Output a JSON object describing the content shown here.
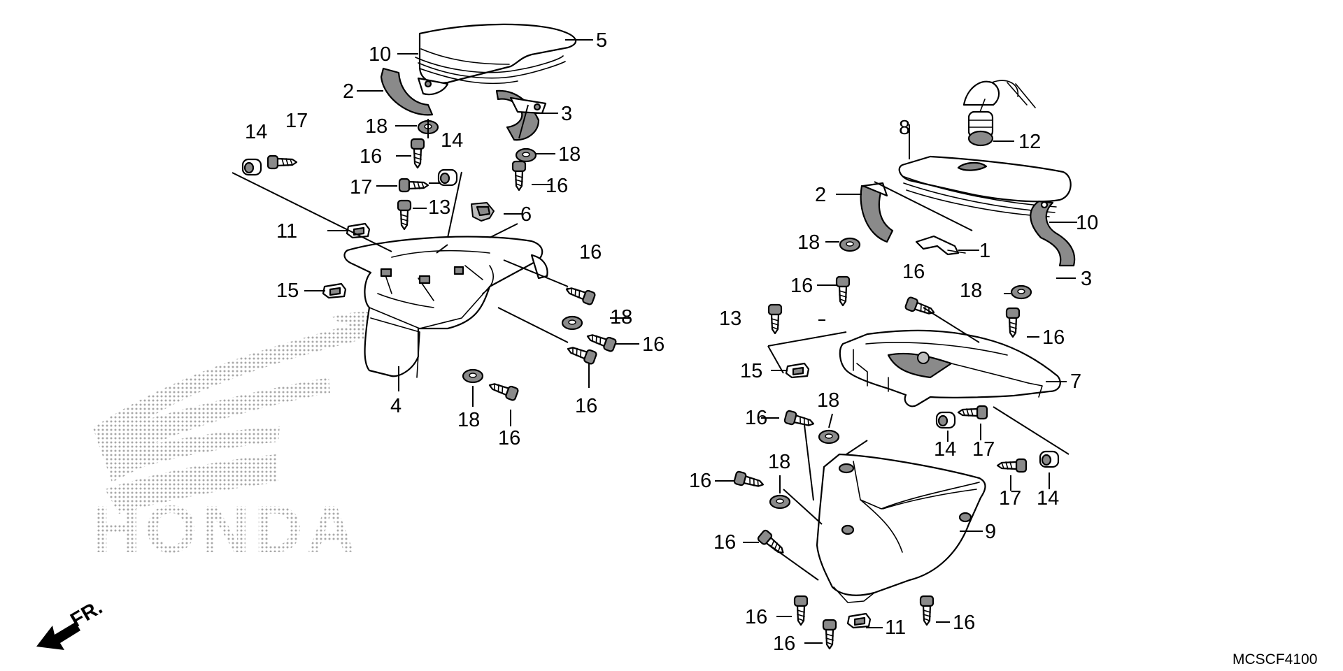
{
  "diagram": {
    "drawing_code": "MCSCF4100",
    "direction_label": "FR.",
    "watermark_text": "HONDA",
    "colors": {
      "ink": "#000000",
      "fill": "#ffffff",
      "shade": "#8a8a8a",
      "watermark": "#a8a8a8"
    },
    "callouts": [
      "1",
      "2",
      "2",
      "3",
      "3",
      "4",
      "5",
      "6",
      "7",
      "8",
      "9",
      "10",
      "10",
      "11",
      "11",
      "12",
      "13",
      "13",
      "14",
      "14",
      "14",
      "14",
      "15",
      "15",
      "16",
      "16",
      "16",
      "16",
      "16",
      "16",
      "16",
      "16",
      "16",
      "16",
      "16",
      "16",
      "16",
      "16",
      "16",
      "17",
      "17",
      "17",
      "17",
      "18",
      "18",
      "18",
      "18",
      "18",
      "18",
      "18",
      "18"
    ]
  }
}
